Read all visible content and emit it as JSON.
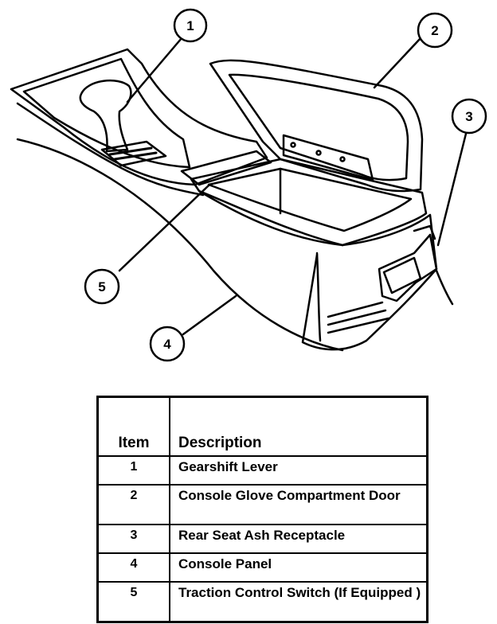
{
  "callouts": [
    "1",
    "2",
    "3",
    "4",
    "5"
  ],
  "legend": {
    "headers": {
      "item": "Item",
      "description": "Description"
    },
    "rows": [
      {
        "item": "1",
        "description": "Gearshift Lever"
      },
      {
        "item": "2",
        "description": "Console Glove Compartment Door"
      },
      {
        "item": "3",
        "description": "Rear Seat Ash Receptacle"
      },
      {
        "item": "4",
        "description": "Console Panel"
      },
      {
        "item": "5",
        "description": "Traction Control Switch (If Equipped )"
      }
    ]
  }
}
